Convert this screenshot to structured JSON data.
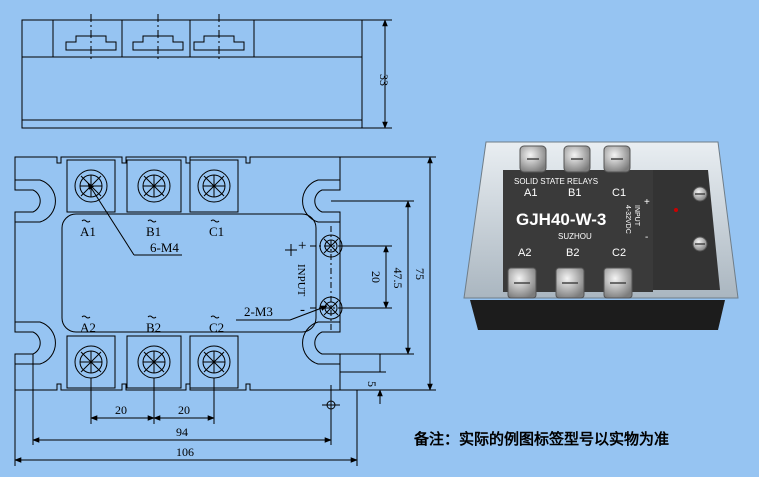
{
  "drawing": {
    "dims": {
      "height": "33",
      "pitch_left": "20",
      "pitch_right": "20",
      "mount": "94",
      "overall": "106",
      "input_pitch": "20",
      "inner": "47.5",
      "width": "75",
      "edge": "5"
    },
    "terminals": {
      "a1": "A1",
      "b1": "B1",
      "c1": "C1",
      "a2": "A2",
      "b2": "B2",
      "c2": "C2"
    },
    "callouts": {
      "screws_main": "6-M4",
      "screws_input": "2-M3",
      "input_label": "INPUT",
      "plus": "+",
      "minus": "-"
    }
  },
  "photo": {
    "brand_line": "SOLID STATE RELAYS",
    "model": "GJH40-W-3",
    "city": "SUZHOU",
    "voltage": "4-32VDC",
    "input": "INPUT",
    "plus": "+",
    "minus": "-",
    "top_labels": [
      "A1",
      "B1",
      "C1"
    ],
    "bottom_labels": [
      "A2",
      "B2",
      "C2"
    ]
  },
  "note": "备注：实际的例图标签型号以实物为准",
  "colors": {
    "background": "#96c4f2",
    "line": "#000000",
    "relay_body": "#3a3a3a"
  }
}
